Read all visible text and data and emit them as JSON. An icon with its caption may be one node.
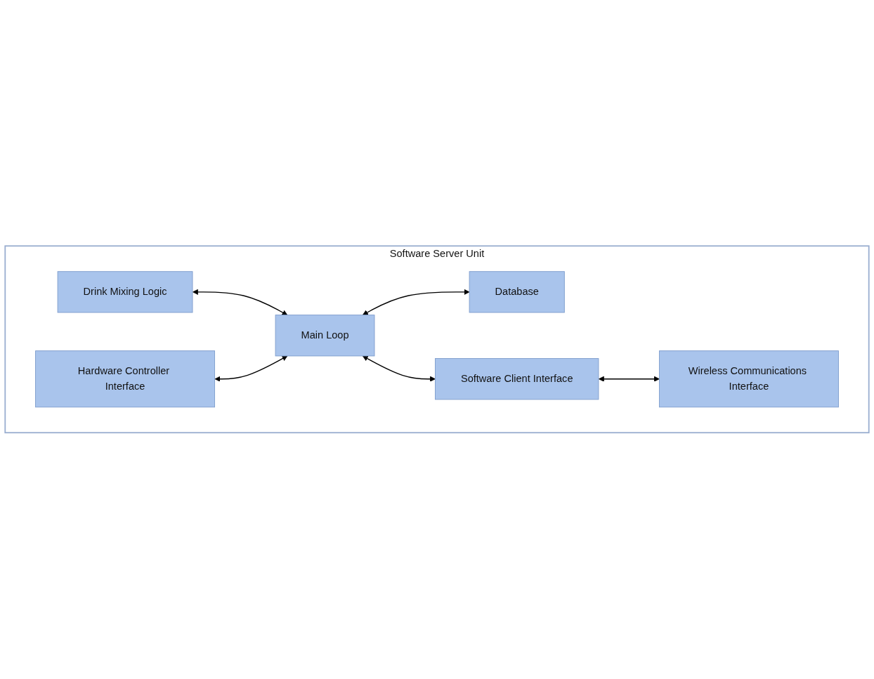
{
  "diagram": {
    "nodes": [
      {
        "text": [
          "Software Server Unit"
        ]
      },
      {
        "text": [
          "Drink Mixing Logic"
        ],
        "in": 0
      },
      {
        "text": [
          "Hardware Controller Interface"
        ],
        "in": 0
      },
      {
        "text": [
          "Main Loop"
        ],
        "in": 0
      },
      {
        "text": [
          "Database"
        ],
        "in": 0
      },
      {
        "text": [
          "Software Client Interface"
        ],
        "in": 0
      },
      {
        "text": [
          "Wireless Communications Interface"
        ],
        "in": 0
      }
    ],
    "edges": [
      {
        "from": 1,
        "to": 3,
        "arrow": "both"
      },
      {
        "from": 2,
        "to": 3,
        "arrow": "both"
      },
      {
        "from": 3,
        "to": 4,
        "arrow": "both"
      },
      {
        "from": 3,
        "to": 5,
        "arrow": "both"
      },
      {
        "from": 5,
        "to": 6,
        "arrow": "both"
      }
    ]
  }
}
